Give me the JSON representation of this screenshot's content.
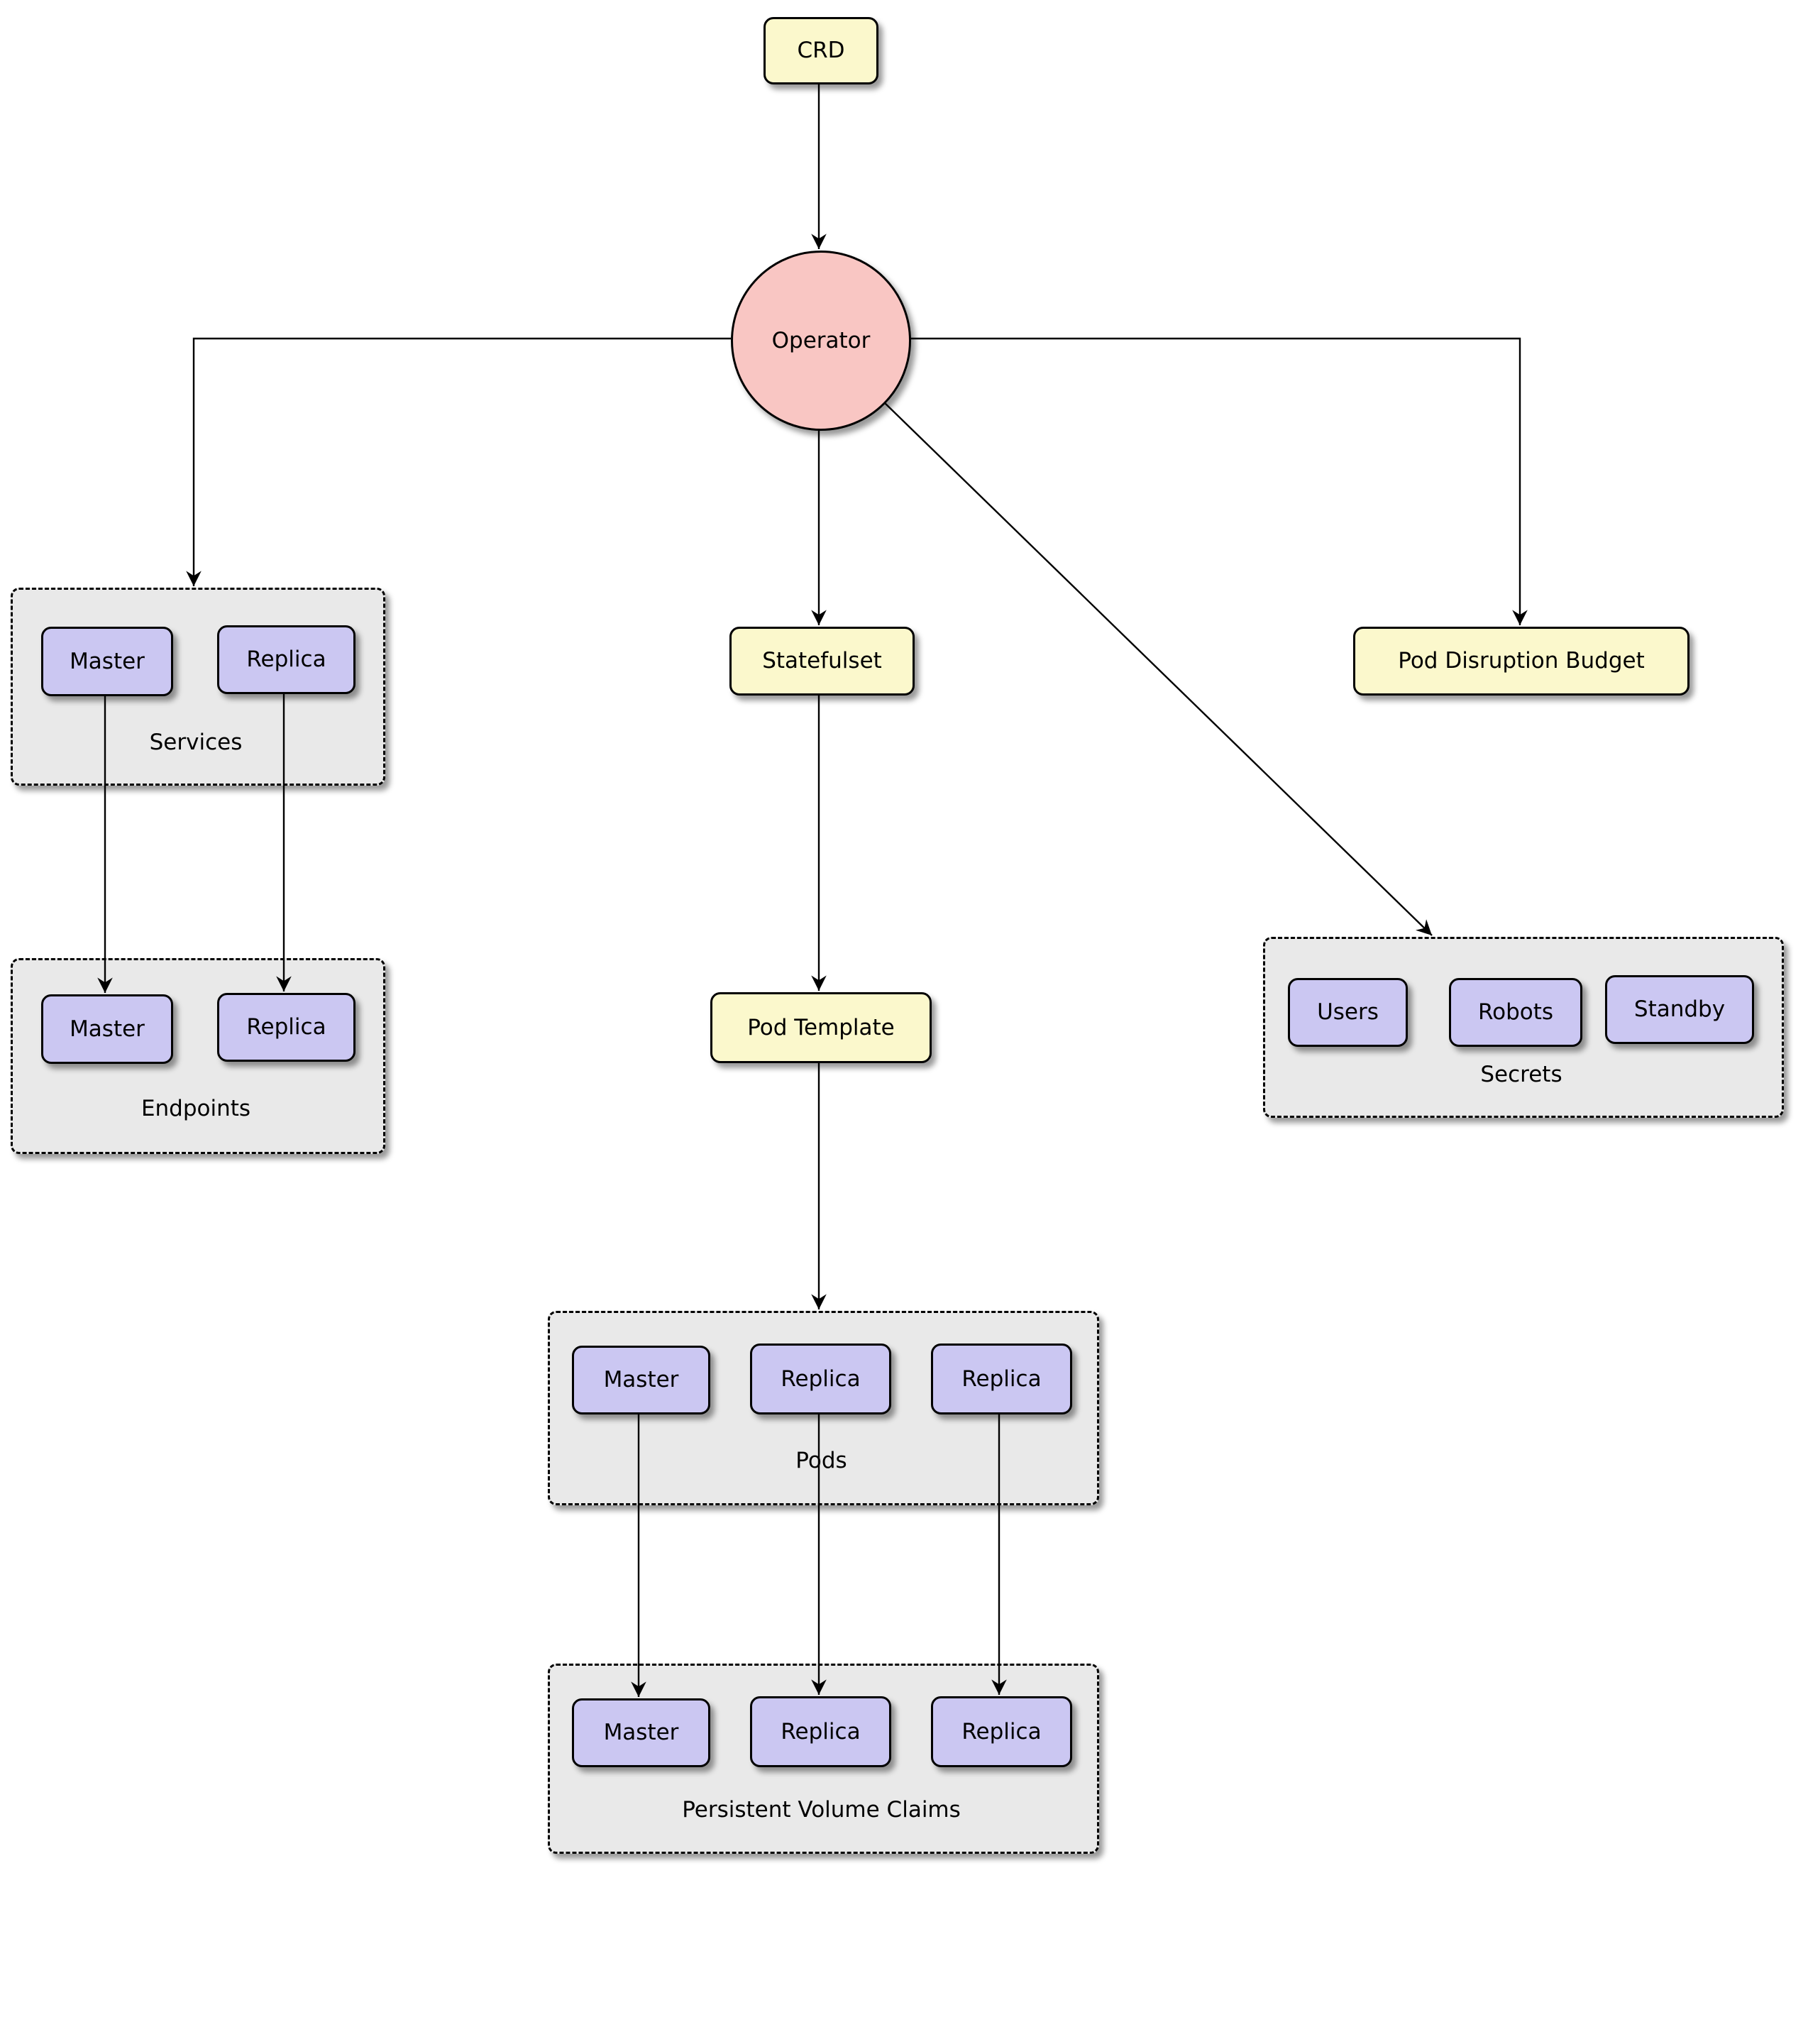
{
  "diagram": {
    "crd": {
      "label": "CRD"
    },
    "operator": {
      "label": "Operator"
    },
    "statefulset": {
      "label": "Statefulset"
    },
    "pod_disruption_budget": {
      "label": "Pod Disruption Budget"
    },
    "pod_template": {
      "label": "Pod Template"
    },
    "services": {
      "label": "Services",
      "items": [
        {
          "label": "Master"
        },
        {
          "label": "Replica"
        }
      ]
    },
    "endpoints": {
      "label": "Endpoints",
      "items": [
        {
          "label": "Master"
        },
        {
          "label": "Replica"
        }
      ]
    },
    "secrets": {
      "label": "Secrets",
      "items": [
        {
          "label": "Users"
        },
        {
          "label": "Robots"
        },
        {
          "label": "Standby"
        }
      ]
    },
    "pods": {
      "label": "Pods",
      "items": [
        {
          "label": "Master"
        },
        {
          "label": "Replica"
        },
        {
          "label": "Replica"
        }
      ]
    },
    "persistent_volume_claims": {
      "label": "Persistent Volume Claims",
      "items": [
        {
          "label": "Master"
        },
        {
          "label": "Replica"
        },
        {
          "label": "Replica"
        }
      ]
    },
    "colors": {
      "yellow_node": "#fbf8cc",
      "purple_node": "#cbc7f2",
      "pink_node": "#f9c6c3",
      "group_fill": "#e9e9e9",
      "stroke": "#000000"
    }
  }
}
